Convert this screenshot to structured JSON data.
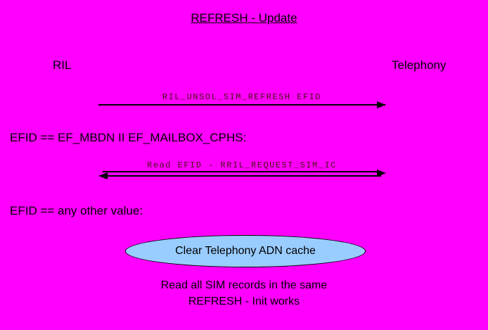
{
  "title": "REFRESH - Update",
  "actors": {
    "left": "RIL",
    "right": "Telephony"
  },
  "messages": [
    {
      "label": "RIL_UNSOL_SIM_REFRESH EFID",
      "direction": "right"
    },
    {
      "label": "Read EFID - RRIL_REQUEST_SIM_IC",
      "direction": "both"
    }
  ],
  "conditions": [
    {
      "text": "EFID == EF_MBDN II EF_MAILBOX_CPHS:"
    },
    {
      "text": "EFID == any other value:"
    }
  ],
  "ellipse": {
    "label": "Clear Telephony ADN cache"
  },
  "footer": {
    "line1": "Read all SIM records in the same",
    "line2": "REFRESH - Init works"
  },
  "colors": {
    "background": "#FF00FF",
    "line": "#000000",
    "text": "#000000",
    "message_label": "#4A1414",
    "ellipse_fill": "#99CCFF"
  }
}
